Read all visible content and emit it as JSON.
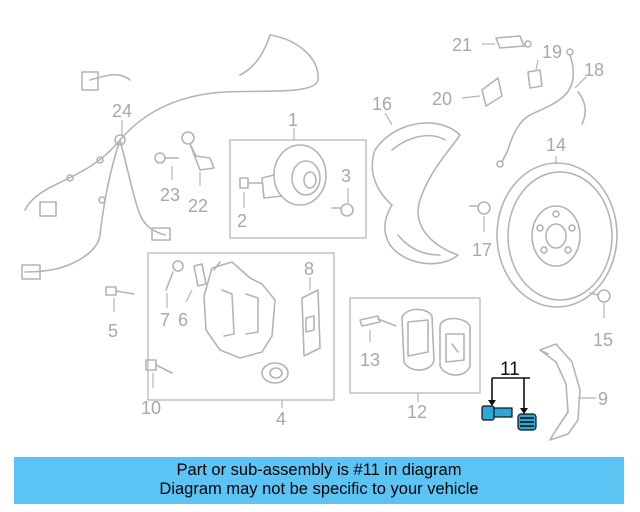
{
  "diagram": {
    "callouts": {
      "c1": "1",
      "c2": "2",
      "c3": "3",
      "c4": "4",
      "c5": "5",
      "c6": "6",
      "c7": "7",
      "c8": "8",
      "c9": "9",
      "c10": "10",
      "c11": "11",
      "c12": "12",
      "c13": "13",
      "c14": "14",
      "c15": "15",
      "c16": "16",
      "c17": "17",
      "c18": "18",
      "c19": "19",
      "c20": "20",
      "c21": "21",
      "c22": "22",
      "c23": "23",
      "c24": "24"
    },
    "highlighted_part": "11",
    "colors": {
      "line": "#b4b4b4",
      "highlight": "#111111",
      "highlight_fill": "#2aa8d8",
      "banner": "#5bc4f5"
    }
  },
  "banner": {
    "line1": "Part or sub-assembly is #11 in diagram",
    "line2": "Diagram may not be specific to your vehicle"
  }
}
